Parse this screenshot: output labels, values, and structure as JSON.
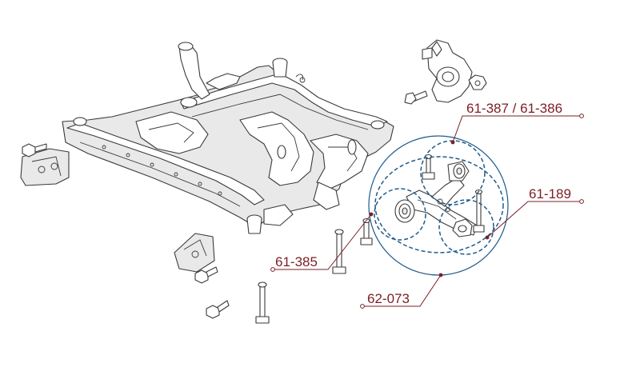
{
  "labels": {
    "upper_bushing": "61-387 / 61-386",
    "ball_joint": "61-189",
    "bolt": "61-385",
    "control_arm": "62-073"
  },
  "colors": {
    "label_text": "#7a1f24",
    "callout_circle": "#1f5a8a",
    "line_art": "#3a3a3a"
  }
}
